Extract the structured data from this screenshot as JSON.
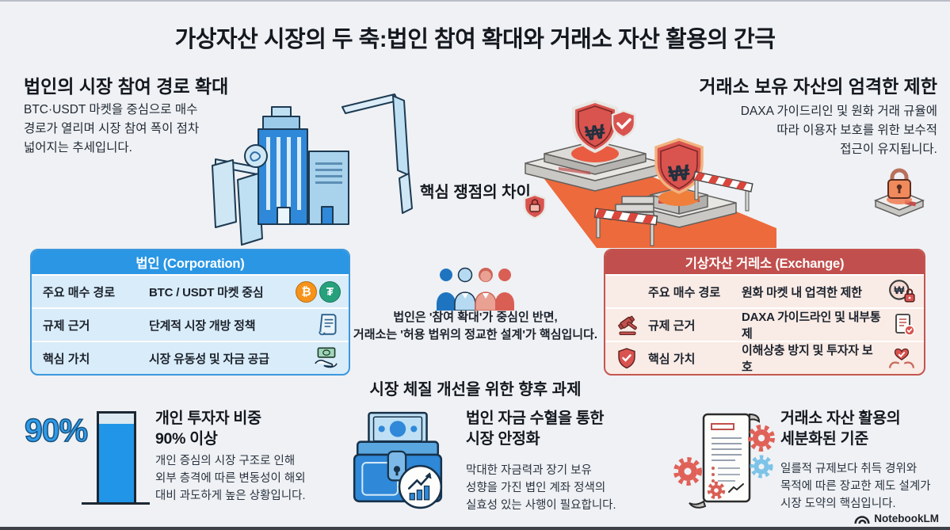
{
  "title": "가상자산 시장의 두 축:법인 참여 확대와 거래소 자산 활용의 간극",
  "left_section": {
    "heading": "법인의 시장 참여 경로 확대",
    "body": "BTC·USDT 마켓을 중심으로 매수\n경로가 열리며 시장 참여 폭이 점차\n넓어지는 추세입니다.",
    "illustration": "corporate-buildings-with-open-gates"
  },
  "right_section": {
    "heading": "거래소 보유 자산의 엄격한 제한",
    "body": "DAXA 가이드리인 및 원화 거래 규율에\n따라 이용자 보호를 위한 보수적\n접근이 유지됩니다.",
    "illustration": "shielded-platforms-with-barriers-on-orange-road"
  },
  "center": {
    "label": "핵심 쟁점의 차이",
    "note": "법인은 '참여 확대'가 중심인 반면,\n거래소는 '허용 법위의 정교한 설계'가 핵심입니다.",
    "people_icon": "people-group-icon"
  },
  "illustrations": {
    "won_symbol": "₩",
    "lock_platform": "padlock-on-platform-icon"
  },
  "corporation_table": {
    "header": "법인 (Corporation)",
    "header_color": "#2a96e4",
    "body_color": "#d9ecf9",
    "coin_symbols": {
      "bitcoin": "₿",
      "tether": "₮"
    },
    "rows": [
      {
        "label": "주요 매수 경로",
        "value": "BTC / USDT 마켓 중심",
        "icons": "bitcoin-icon, tether-icon"
      },
      {
        "label": "규제 근거",
        "value": "단계적 시장 개방 정책",
        "icons": "scroll-icon"
      },
      {
        "label": "핵심 가치",
        "value": "시장 유동성 및 자금 공급",
        "icons": "hand-money-icon"
      }
    ]
  },
  "exchange_table": {
    "header": "기상자산 거레소 (Exchange)",
    "header_color": "#c14f4d",
    "body_color": "#f9ebe5",
    "rows": [
      {
        "label": "주요 매수 경로",
        "value": "원화 마켓 내 업격한 제한",
        "left_icon": "",
        "right_icon": "won-lock-icon"
      },
      {
        "label": "규제 근거",
        "value": "DAXA 가이드라인 및 내부통제",
        "left_icon": "gavel-icon",
        "right_icon": "document-check-icon"
      },
      {
        "label": "핵심 가치",
        "value": "이해상충 방지 및 투자자 보호",
        "left_icon": "shield-check-icon",
        "right_icon": "hands-heart-icon"
      }
    ]
  },
  "bottom_section": {
    "heading": "시장 체질 개선을 위한 향후 과제",
    "items": [
      {
        "stat": "90%",
        "bar_fill_percent": 88,
        "icon": "bar-chart-icon",
        "heading": "개인 투자자 비중\n90% 이상",
        "body": "개인 증심의 시장 구조로 인해\n외부 층격에 따른 변동성이 해외\n대비 과도하게 높은 상황입니다."
      },
      {
        "icon": "money-box-icon",
        "heading": "법인 자금 수혈을 통한\n시장 안정화",
        "body": "막대한 자금력과 장기 보유\n성향을 가진 볍인 계좌 정색의\n실효성 있는 사행이 필요합니다."
      },
      {
        "icon": "scroll-gears-icon",
        "heading": "거래소 자산 활용의\n세분화된 기준",
        "body": "일를적 규제보다 취득 경위와\n목적에 따른 장교한 제도 설계가\n시장 도약의 핵심입니다."
      }
    ]
  },
  "watermark": {
    "label": "NotebookLM",
    "icon": "notebooklm-logo-icon"
  }
}
